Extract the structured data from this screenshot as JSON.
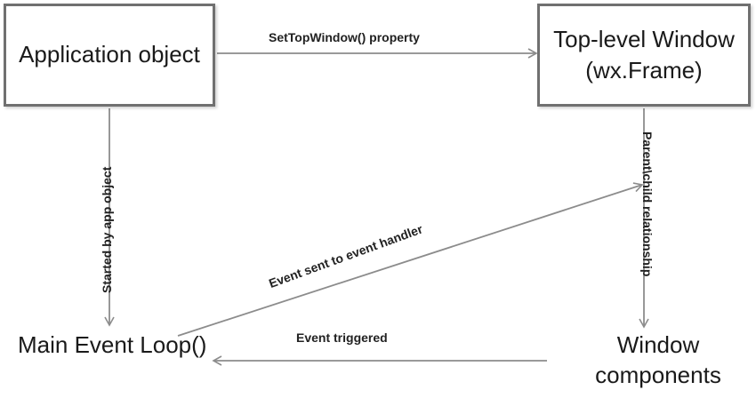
{
  "nodes": {
    "application_object": "Application object",
    "top_level_window_line1": "Top-level Window",
    "top_level_window_line2": "(wx.Frame)",
    "main_event_loop": "Main Event Loop()",
    "window_components_line1": "Window",
    "window_components_line2": "components"
  },
  "edges": {
    "settopwindow": "SetTopWindow() property",
    "started_by": "Started by app object",
    "parent_child": "Parent\\child relationship",
    "event_sent": "Event sent to event handler",
    "event_triggered": "Event triggered"
  },
  "colors": {
    "box_border": "#707070",
    "arrow": "#8c8c8c",
    "text": "#1a1a1a"
  }
}
